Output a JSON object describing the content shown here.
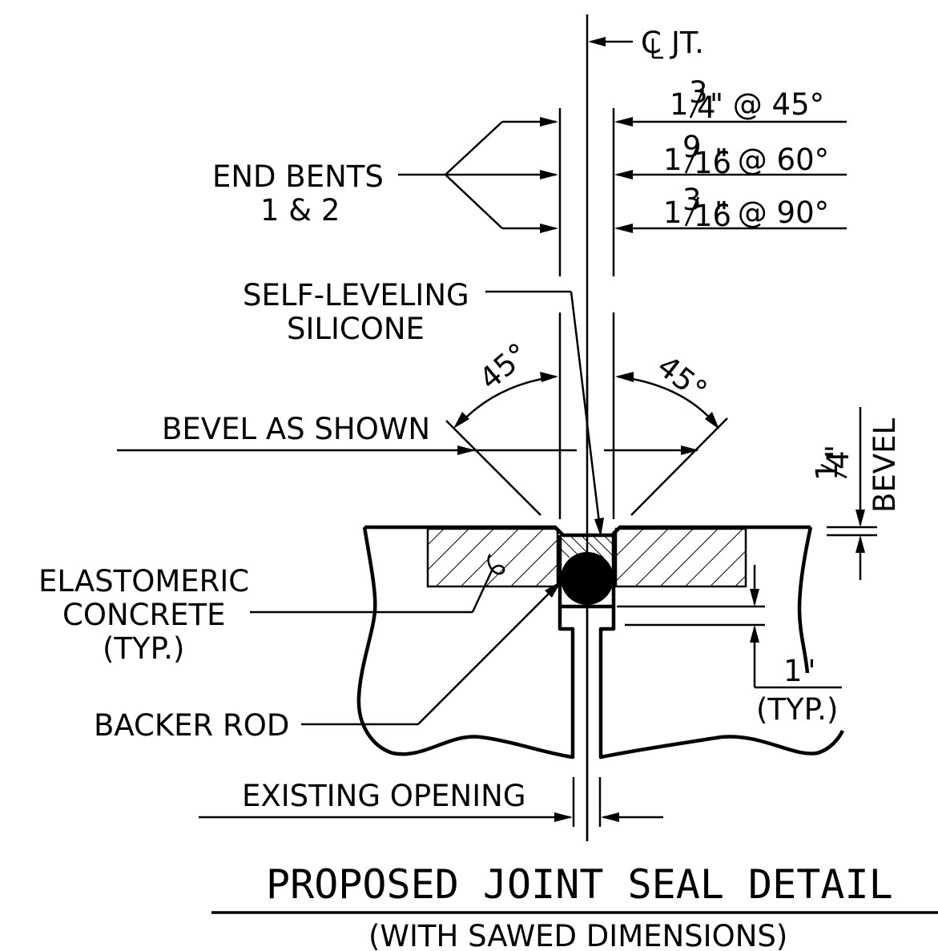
{
  "labels": {
    "centerline_symbol": "C",
    "centerline_text": "JT.",
    "dim_45_whole": "1",
    "dim_45_num": "3",
    "dim_45_den": "4",
    "dim_45_rest": "\" @ 45°",
    "dim_60_whole": "1",
    "dim_60_num": "9",
    "dim_60_den": "16",
    "dim_60_rest": "\" @ 60°",
    "dim_90_whole": "1",
    "dim_90_num": "3",
    "dim_90_den": "16",
    "dim_90_rest": "\" @ 90°",
    "end_bents_line1": "END BENTS",
    "end_bents_line2": "1 & 2",
    "silicone_line1": "SELF-LEVELING",
    "silicone_line2": "SILICONE",
    "angle_left": "45°",
    "angle_right": "45°",
    "bevel_as_shown": "BEVEL AS SHOWN",
    "bevel_num": "1",
    "bevel_den": "4",
    "bevel_inch": "\"",
    "bevel_word": "BEVEL",
    "elastomeric_line1": "ELASTOMERIC",
    "elastomeric_line2": "CONCRETE",
    "elastomeric_line3": "(TYP.)",
    "one_inch": "1\"",
    "one_inch_typ": "(TYP.)",
    "backer_rod": "BACKER ROD",
    "existing_opening": "EXISTING OPENING",
    "title": "PROPOSED JOINT SEAL DETAIL",
    "subtitle": "(WITH SAWED DIMENSIONS)"
  },
  "colors": {
    "ink": "#000000",
    "paper": "#ffffff"
  }
}
